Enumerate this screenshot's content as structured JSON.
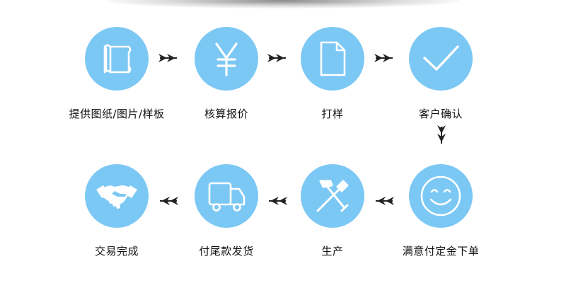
{
  "accent_color": "#7cc8f5",
  "arrow_color": "#222222",
  "steps": [
    {
      "label": "提供图纸/图片/样板",
      "icon": "drawing-scroll-icon"
    },
    {
      "label": "核算报价",
      "icon": "yen-icon"
    },
    {
      "label": "打样",
      "icon": "document-icon"
    },
    {
      "label": "客户确认",
      "icon": "checkmark-icon"
    },
    {
      "label": "满意付定金下单",
      "icon": "smiley-icon"
    },
    {
      "label": "生产",
      "icon": "hammer-screwdriver-icon"
    },
    {
      "label": "付尾款发货",
      "icon": "delivery-truck-icon"
    },
    {
      "label": "交易完成",
      "icon": "handshake-icon"
    }
  ]
}
